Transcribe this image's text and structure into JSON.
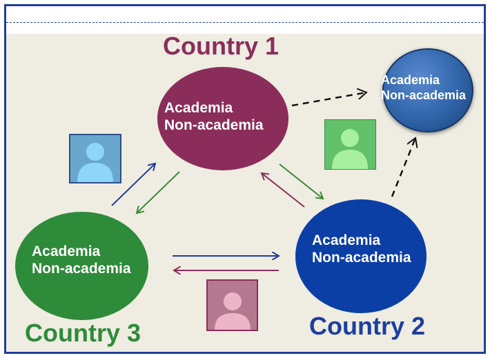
{
  "labels": {
    "country1": "Country 1",
    "country2": "Country 2",
    "country3": "Country 3"
  },
  "nodes": {
    "country1": {
      "line1": "Academia",
      "line2": "Non-academia"
    },
    "country2": {
      "line1": "Academia",
      "line2": "Non-academia"
    },
    "country3": {
      "line1": "Academia",
      "line2": "Non-academia"
    },
    "external": {
      "line1": "Academia",
      "line2": "Non-academia"
    }
  },
  "colors": {
    "frame": "#1f3d9a",
    "background": "#efece2",
    "country1": "#8b2d5a",
    "country2": "#0b3fa6",
    "country3": "#2e8b3a",
    "external": "#2f64a8",
    "arrow_blue": "#1f3d9a",
    "arrow_green": "#3a8a3a",
    "arrow_maroon": "#8b2d5a",
    "arrow_dashed": "#111111"
  },
  "icons": {
    "person_blue": "person-icon",
    "person_green": "person-icon",
    "person_pink": "person-icon"
  }
}
